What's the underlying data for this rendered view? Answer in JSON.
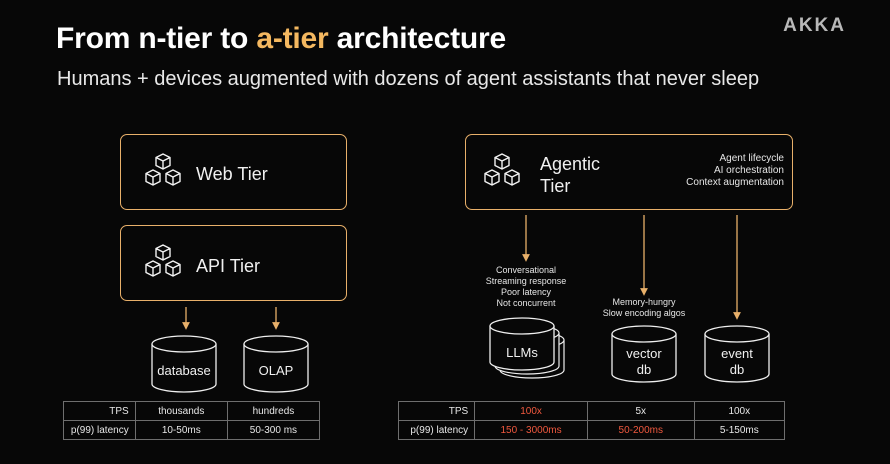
{
  "logo": "AKKA",
  "title": {
    "prefix": "From n-tier to ",
    "highlight": "a-tier",
    "suffix": " architecture"
  },
  "subtitle": "Humans + devices augmented with dozens of agent assistants that never sleep",
  "left": {
    "web_tier": "Web Tier",
    "api_tier": "API Tier",
    "stores": [
      "database",
      "OLAP"
    ],
    "table": {
      "rows": [
        {
          "label": "TPS",
          "cells": [
            "thousands",
            "hundreds"
          ]
        },
        {
          "label": "p(99) latency",
          "cells": [
            "10-50ms",
            "50-300 ms"
          ]
        }
      ]
    }
  },
  "right": {
    "agentic_tier": [
      "Agentic",
      "Tier"
    ],
    "agentic_notes": [
      "Agent lifecycle",
      "AI orchestration",
      "Context augmentation"
    ],
    "llm_notes": [
      "Conversational",
      "Streaming response",
      "Poor latency",
      "Not concurrent"
    ],
    "vector_notes": [
      "Memory-hungry",
      "Slow encoding algos"
    ],
    "stores": {
      "llms": "LLMs",
      "vector": [
        "vector",
        "db"
      ],
      "event": [
        "event",
        "db"
      ]
    },
    "table": {
      "rows": [
        {
          "label": "TPS",
          "cells": [
            "100x",
            "5x",
            "100x"
          ]
        },
        {
          "label": "p(99) latency",
          "cells": [
            "150 - 3000ms",
            "50-200ms",
            "5-150ms"
          ]
        }
      ]
    }
  },
  "colors": {
    "accent": "#f4b860",
    "box_border": "#e8b06a",
    "warning": "#f0583e"
  }
}
